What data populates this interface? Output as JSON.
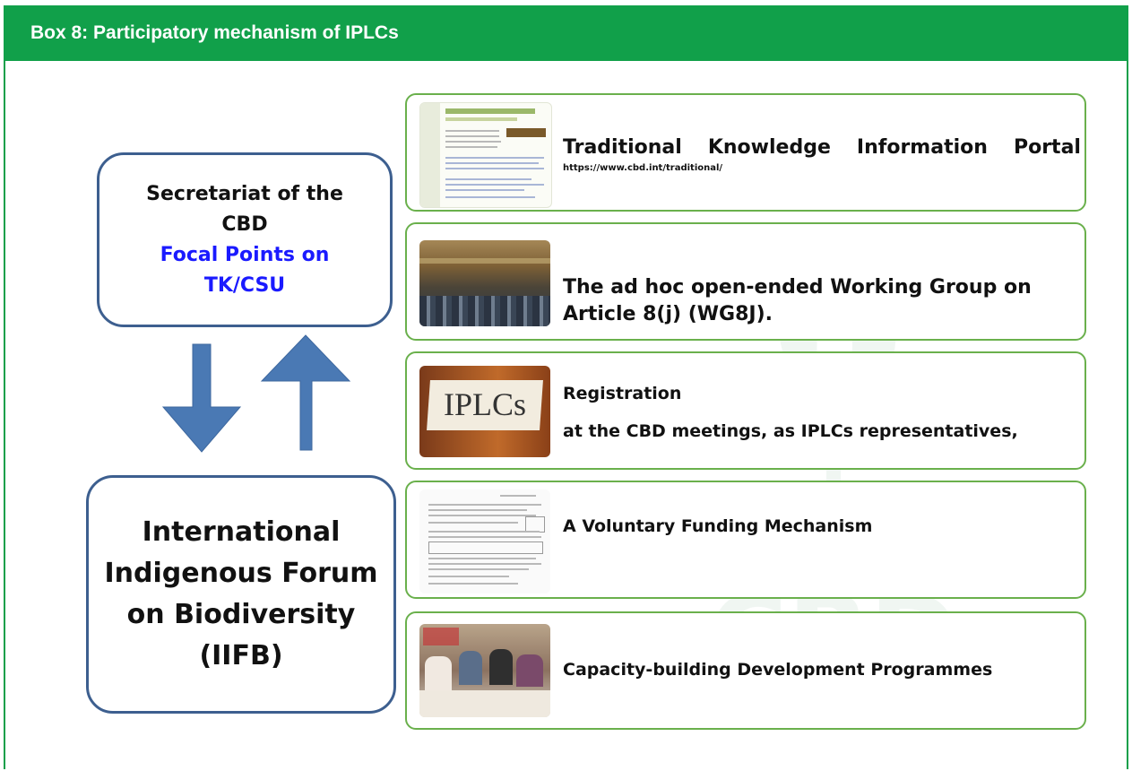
{
  "box_title": "Box 8: Participatory mechanism of IPLCs",
  "left": {
    "cbd": {
      "line1": "Secretariat of the",
      "line2": "CBD",
      "focal1": "Focal Points on",
      "focal2": "TK/CSU"
    },
    "iifb": {
      "line1": "International",
      "line2": "Indigenous Forum",
      "line3": "on Biodiversity",
      "line4": "(IIFB)"
    }
  },
  "mechanisms": {
    "portal": {
      "w1": "Traditional",
      "w2": "Knowledge",
      "w3": "Information",
      "w4": "Portal",
      "url": "https://www.cbd.int/traditional/"
    },
    "wg8j": {
      "line1": "The ad hoc open-ended Working Group on",
      "line2": "Article 8(j) (WG8J)."
    },
    "registration": {
      "line1": "Registration",
      "line2": "at the CBD  meetings, as IPLCs representatives,",
      "sign_text": "IPLCs"
    },
    "funding": {
      "label": "A Voluntary Funding Mechanism"
    },
    "capacity": {
      "label": "Capacity-building Development Programmes"
    }
  },
  "watermark_text": "CBD",
  "colors": {
    "header_green": "#11a04a",
    "box_border_green": "#6ab04c",
    "left_box_border": "#3d5f8f",
    "arrow_blue": "#4a79b4",
    "highlight_blue": "#1a1aff"
  }
}
